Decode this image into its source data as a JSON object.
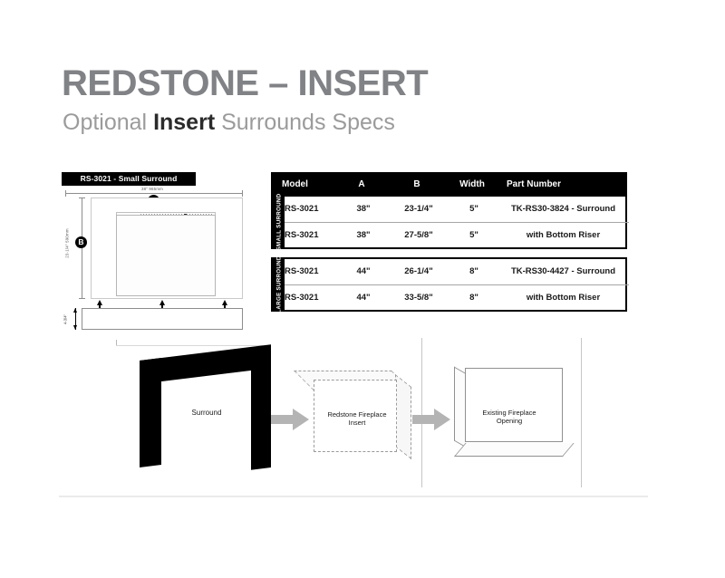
{
  "header": {
    "title": "REDSTONE – INSERT",
    "subtitle_prefix": "Optional ",
    "subtitle_accent": "Insert",
    "subtitle_suffix": " Surrounds Specs"
  },
  "drawing": {
    "title": "RS-3021 - Small Surround",
    "bubble_a": "A",
    "bubble_b": "B",
    "dim_a": "38\"  965mm",
    "dim_b": "23-1/4\"  590mm",
    "dim_c": "4-3/4\""
  },
  "table": {
    "headers": [
      "Model",
      "A",
      "B",
      "Width",
      "Part Number"
    ],
    "groups": [
      {
        "label": "SMALL SURROUND",
        "rows": [
          [
            "RS-3021",
            "38\"",
            "23-1/4\"",
            "5\"",
            "TK-RS30-3824 - Surround"
          ],
          [
            "RS-3021",
            "38\"",
            "27-5/8\"",
            "5\"",
            "with Bottom Riser"
          ]
        ]
      },
      {
        "label": "LARGE SURROUND",
        "rows": [
          [
            "RS-3021",
            "44\"",
            "26-1/4\"",
            "8\"",
            "TK-RS30-4427 - Surround"
          ],
          [
            "RS-3021",
            "44\"",
            "33-5/8\"",
            "8\"",
            "with Bottom Riser"
          ]
        ]
      }
    ]
  },
  "assembly": {
    "surround_label": "Surround",
    "insert_label_line1": "Redstone Fireplace",
    "insert_label_line2": "Insert",
    "opening_label_line1": "Existing Fireplace",
    "opening_label_line2": "Opening"
  },
  "colors": {
    "title_gray": "#808286",
    "subtitle_gray": "#9b9b9b",
    "subtitle_accent": "#2b2b2b",
    "table_header_black": "#000000",
    "arrow_gray": "#b4b4b4",
    "divider_gray": "#ebebeb"
  }
}
